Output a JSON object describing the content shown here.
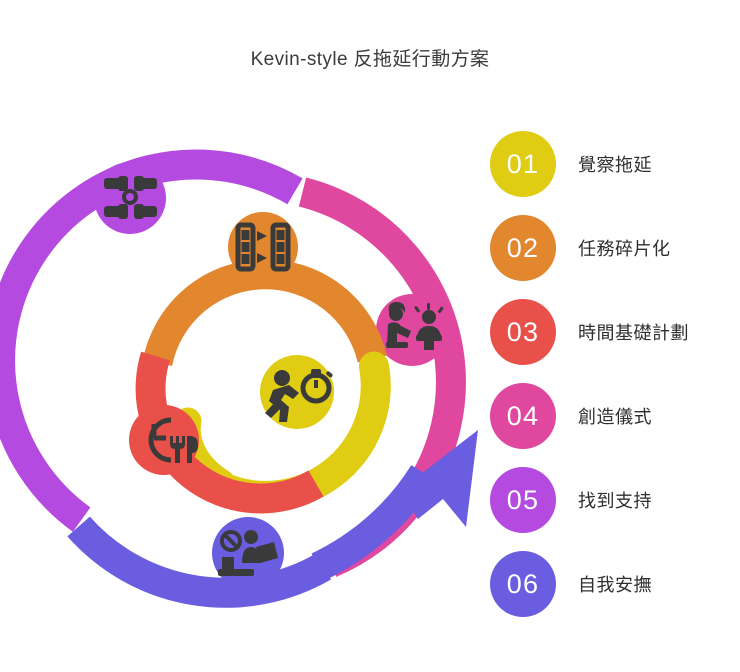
{
  "page": {
    "title": "Kevin-style 反拖延行動方案",
    "background_color": "#ffffff",
    "title_color": "#3b3b3b"
  },
  "legend": {
    "items": [
      {
        "number": "01",
        "label": "覺察拖延",
        "color": "#e0cc12",
        "icon": "runner-stopwatch-icon",
        "ring": "inner"
      },
      {
        "number": "02",
        "label": "任務碎片化",
        "color": "#e2872e",
        "icon": "task-split-icon",
        "ring": "inner"
      },
      {
        "number": "03",
        "label": "時間基礎計劃",
        "color": "#e9504a",
        "icon": "clock-meal-icon",
        "ring": "inner"
      },
      {
        "number": "04",
        "label": "創造儀式",
        "color": "#e0479e",
        "icon": "person-ritual-icon",
        "ring": "outer"
      },
      {
        "number": "05",
        "label": "找到支持",
        "color": "#b martians",
        "icon": "hands-support-icon",
        "ring": "outer"
      },
      {
        "number": "06",
        "label": "自我安撫",
        "color": "#6a5de0",
        "icon": "no-work-rest-icon",
        "ring": "outer"
      }
    ]
  },
  "diagram": {
    "type": "concentric-cycle-arrow",
    "outer_ring": {
      "segments": [
        {
          "number": "05",
          "label": "找到支持",
          "color": "#b44ae0",
          "icon": "hands-support-icon"
        },
        {
          "number": "04",
          "label": "創造儀式",
          "color": "#e0479e",
          "icon": "person-ritual-icon"
        },
        {
          "number": "06",
          "label": "自我安撫",
          "color": "#6a5de0",
          "icon": "no-work-rest-icon",
          "has_arrowhead": true
        }
      ]
    },
    "inner_ring": {
      "segments": [
        {
          "number": "02",
          "label": "任務碎片化",
          "color": "#e2872e",
          "icon": "task-split-icon"
        },
        {
          "number": "01",
          "label": "覺察拖延",
          "color": "#e0cc12",
          "icon": "runner-stopwatch-icon"
        },
        {
          "number": "03",
          "label": "時間基礎計劃",
          "color": "#e9504a",
          "icon": "clock-meal-icon"
        }
      ]
    },
    "icon_color": "#3a3a3a"
  }
}
